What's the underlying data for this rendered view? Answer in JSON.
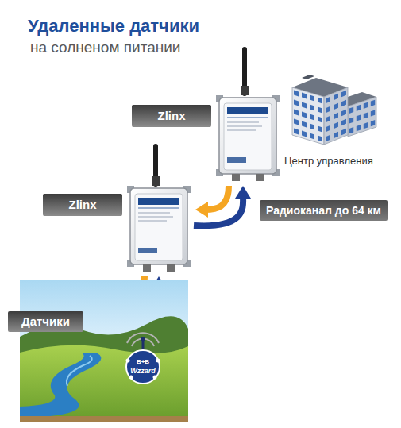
{
  "diagram": {
    "title": "Удаленные датчики",
    "nodes": [
      {
        "text": [
          "Zlinx"
        ]
      },
      {
        "text": [
          "Центр управления"
        ]
      },
      {
        "text": [
          "Zlinx"
        ]
      },
      {
        "text": [
          "Датчики"
        ]
      }
    ],
    "edges": [
      {
        "from": 2,
        "to": 0,
        "arrow": "both",
        "label": "Радиоканал до 64 км"
      },
      {
        "from": 3,
        "to": 2,
        "arrow": "both"
      }
    ],
    "labels": [
      "на солненом питании",
      "B+B",
      "Wzzard"
    ]
  }
}
